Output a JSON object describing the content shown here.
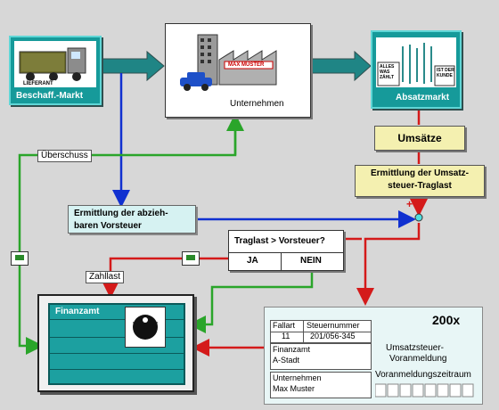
{
  "boxes": {
    "beschaffungsmarkt": "Beschaff.-Markt",
    "unternehmen": "Unternehmen",
    "absatzmarkt": "Absatzmarkt",
    "umsaetze": "Umsätze",
    "ermittlung_traglast": "Ermittlung der Umsatz-\nsteuer-Traglast",
    "ermittlung_vorsteuer": "Ermittlung der abzieh-\nbaren Vorsteuer",
    "frage": "Traglast > Vorsteuer?",
    "ja": "JA",
    "nein": "NEIN",
    "finanzamt": "Finanzamt"
  },
  "labels": {
    "ueberschuss": "Überschuss",
    "zahllast": "Zahllast",
    "plus": "+",
    "minus": "-"
  },
  "illustrations": {
    "truck_text": "LIEFERANT",
    "factory_sign": "MAX MUSTER",
    "shop_sign_left": "ALLES WAS ZÄHLT",
    "shop_sign_right": "IST DER KUNDE"
  },
  "form": {
    "year": "200x",
    "fallart_label": "Fallart",
    "steuernummer_label": "Steuernummer",
    "fallart_value": "11",
    "steuernummer_value": "201/056-345",
    "finanzamt_line1": "Finanzamt",
    "finanzamt_line2": "A-Stadt",
    "unternehmen_line1": "Unternehmen",
    "unternehmen_line2": "Max Muster",
    "title_line1": "Umsatzsteuer-",
    "title_line2": "Voranmeldung",
    "zeitraum": "Voranmeldungszeitraum"
  },
  "colors": {
    "teal": "#169a9a",
    "green": "#2aa52a",
    "blue": "#1030d0",
    "red": "#d41a1a"
  }
}
